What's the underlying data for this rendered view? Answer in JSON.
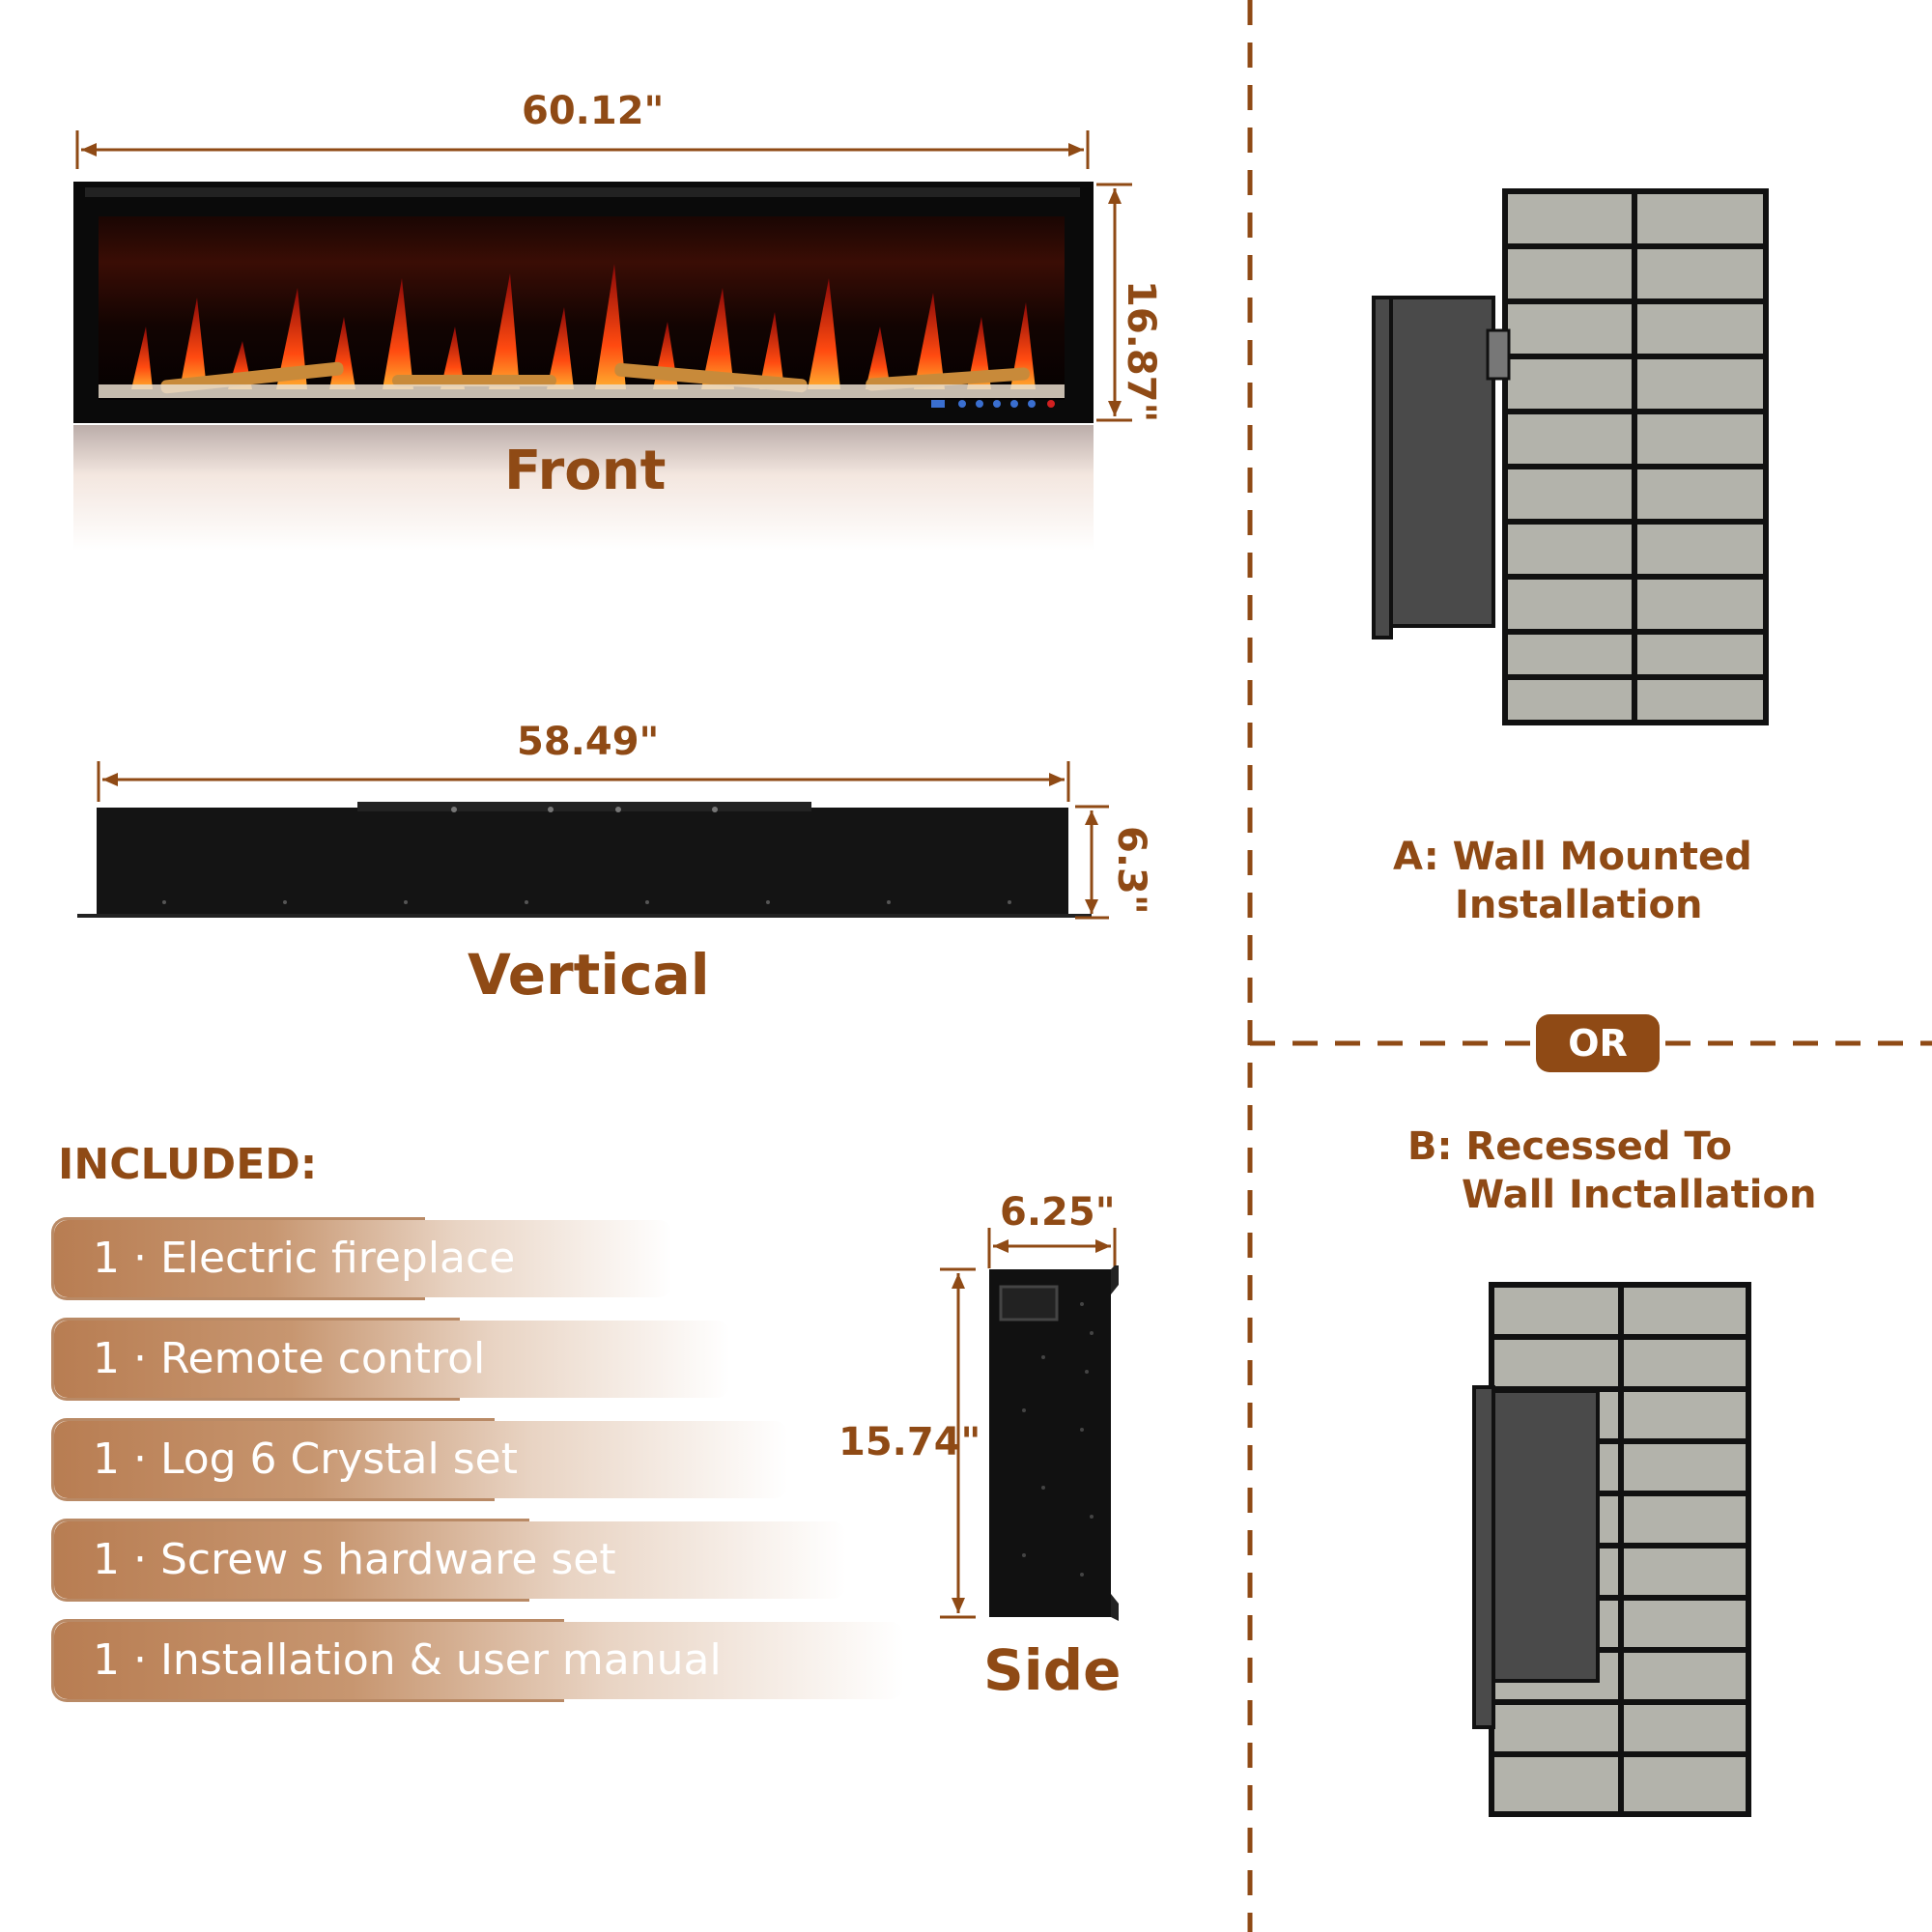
{
  "dimensions": {
    "front_width": "60.12\"",
    "front_height": "16.87\"",
    "vertical_width": "58.49\"",
    "vertical_depth": "6.3\"",
    "side_depth": "6.25\"",
    "side_height": "15.74\""
  },
  "views": {
    "front": "Front",
    "vertical": "Vertical",
    "side": "Side"
  },
  "included": {
    "heading": "INCLUDED:",
    "items": [
      "1 · Electric fireplace",
      "1 · Remote control",
      "1 · Log 6 Crystal set",
      "1 · Screw s hardware set",
      "1 · Installation & user manual"
    ]
  },
  "installation": {
    "a_line1": "A: Wall Mounted",
    "a_line2": "Installation",
    "or": "OR",
    "b_line1": "B: Recessed To",
    "b_line2": "Wall Inctallation"
  },
  "colors": {
    "accent": "#8f4a15",
    "brick": "#b3b3ab",
    "unit": "#4a4a4a"
  }
}
